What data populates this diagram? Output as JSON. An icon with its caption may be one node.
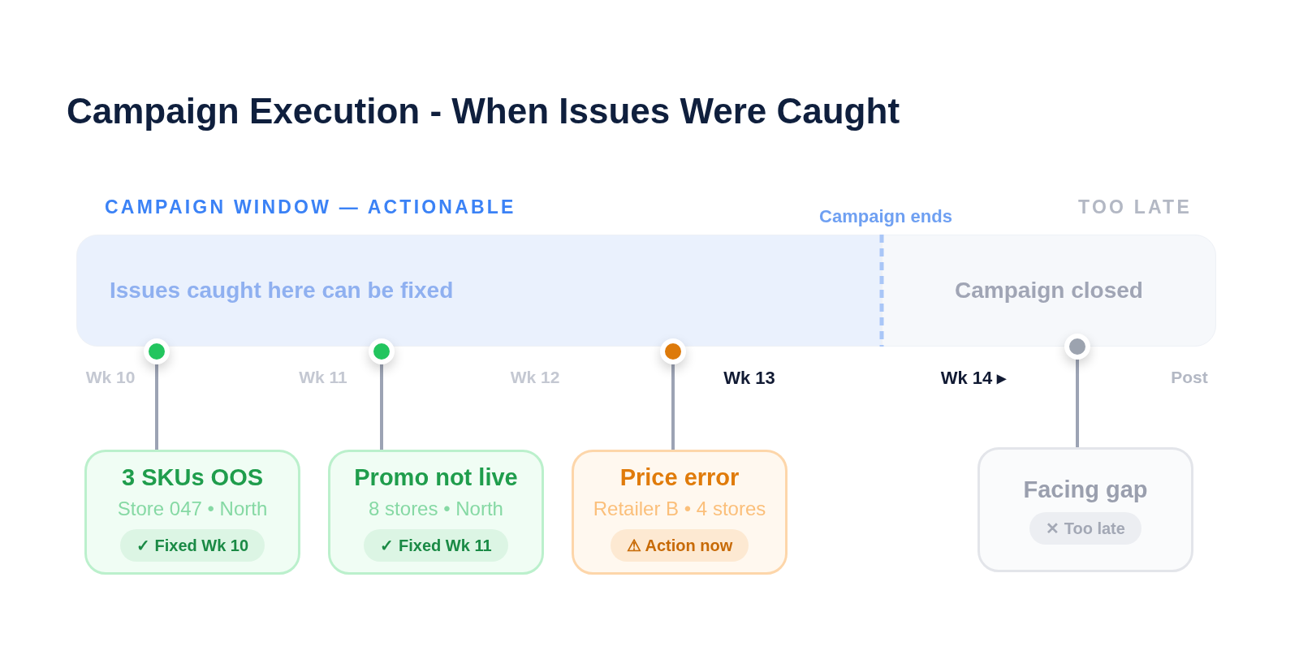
{
  "diagram": {
    "title": "Campaign Execution - When Issues Were Caught",
    "nodes": [
      {
        "text": [
          "Issues caught here can be fixed"
        ]
      },
      {
        "text": [
          "Campaign closed"
        ]
      },
      {
        "text": [],
        "shape": "circle"
      },
      {
        "text": [],
        "shape": "circle"
      },
      {
        "text": [],
        "shape": "circle"
      },
      {
        "text": [],
        "shape": "circle"
      },
      {
        "text": [
          "3 SKUs OOS",
          "Store 047 • North",
          "✓ Fixed Wk 10"
        ]
      },
      {
        "text": [
          "Promo not live",
          "8 stores • North",
          "✓ Fixed Wk 11"
        ]
      },
      {
        "text": [
          "Price error",
          "Retailer B • 4 stores",
          "⚠ Action now"
        ]
      },
      {
        "text": [
          "Facing gap",
          "✕ Too late"
        ]
      }
    ],
    "edges": [
      {
        "from": 2,
        "to": 6,
        "arrow": "none"
      },
      {
        "from": 3,
        "to": 7,
        "arrow": "none"
      },
      {
        "from": 4,
        "to": 8,
        "arrow": "none"
      },
      {
        "from": 5,
        "to": 9,
        "arrow": "none"
      }
    ],
    "labels": [
      "CAMPAIGN WINDOW — ACTIONABLE",
      "Campaign ends",
      "TOO LATE",
      "Wk 10",
      "Wk 11",
      "Wk 12",
      "Wk 13",
      "Wk 14 ▸",
      "Post"
    ]
  }
}
